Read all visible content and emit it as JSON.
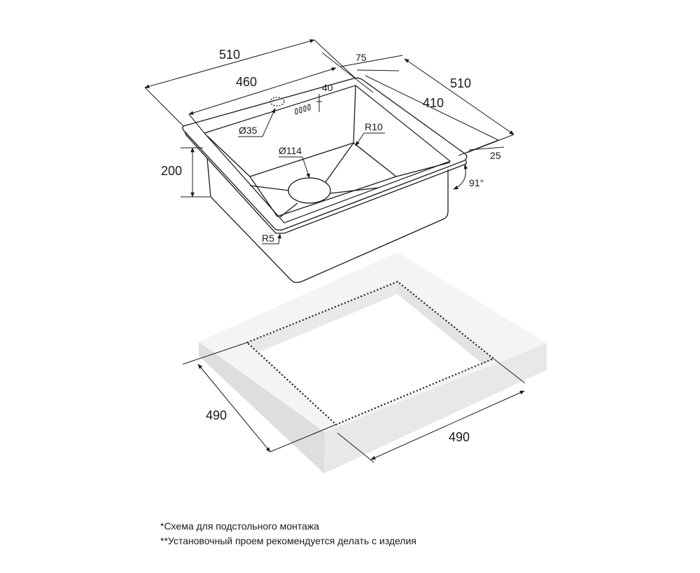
{
  "sink": {
    "width_outer": "510",
    "width_inner": "460",
    "depth_outer": "510",
    "depth_inner": "410",
    "depth_bowl": "200",
    "offset_75": "75",
    "offset_40": "40",
    "rim_25": "25",
    "tap_hole": "Ø35",
    "drain": "Ø114",
    "radius_corner": "R10",
    "radius_edge": "R5",
    "wall_angle": "91°"
  },
  "cutout": {
    "left_dim": "490",
    "right_dim": "490"
  },
  "notes": {
    "line1": "*Схема для подстольного монтажа",
    "line2": "**Установочный проем рекомендуется делать с изделия"
  },
  "colors": {
    "line": "#1a1a1a",
    "slab_top": "#f4f4f4",
    "slab_front": "#e8e8e8",
    "slab_side": "#dedede",
    "cutout_inner": "#efefef"
  }
}
